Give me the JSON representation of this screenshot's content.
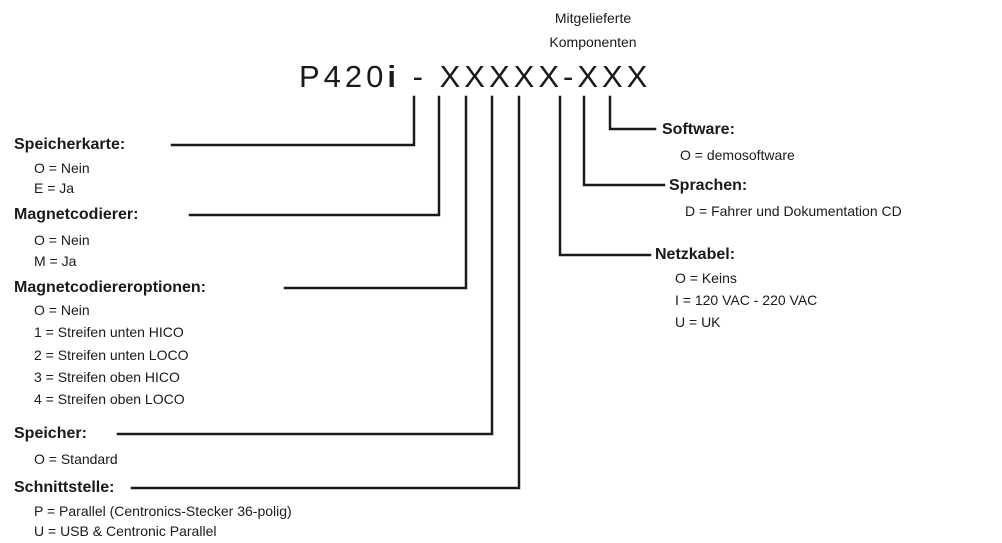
{
  "header": {
    "line1": "Mitgelieferte",
    "line2": "Komponenten"
  },
  "code": {
    "prefix": "P420",
    "suffix_bold": "i",
    "dash1": "-",
    "group1": "XXXXX",
    "dash2": "-",
    "group2": "XXX"
  },
  "left": [
    {
      "label": "Speicherkarte:",
      "options": [
        "O = Nein",
        "E = Ja"
      ]
    },
    {
      "label": "Magnetcodierer:",
      "options": [
        "O = Nein",
        "M = Ja"
      ]
    },
    {
      "label": "Magnetcodiereroptionen:",
      "options": [
        "O = Nein",
        "1 = Streifen unten HICO",
        "2 = Streifen unten LOCO",
        "3 = Streifen oben HICO",
        "4 = Streifen oben LOCO"
      ]
    },
    {
      "label": "Speicher:",
      "options": [
        "O = Standard"
      ]
    },
    {
      "label": "Schnittstelle:",
      "options": [
        "P = Parallel (Centronics-Stecker 36-polig)",
        "U = USB &  Centronic Parallel"
      ]
    }
  ],
  "right": [
    {
      "label": "Software:",
      "options": [
        "O = demosoftware"
      ]
    },
    {
      "label": "Sprachen:",
      "options": [
        "D = Fahrer und Dokumentation CD"
      ]
    },
    {
      "label": "Netzkabel:",
      "options": [
        "O = Keins",
        "I = 120 VAC - 220 VAC",
        "U = UK"
      ]
    }
  ]
}
